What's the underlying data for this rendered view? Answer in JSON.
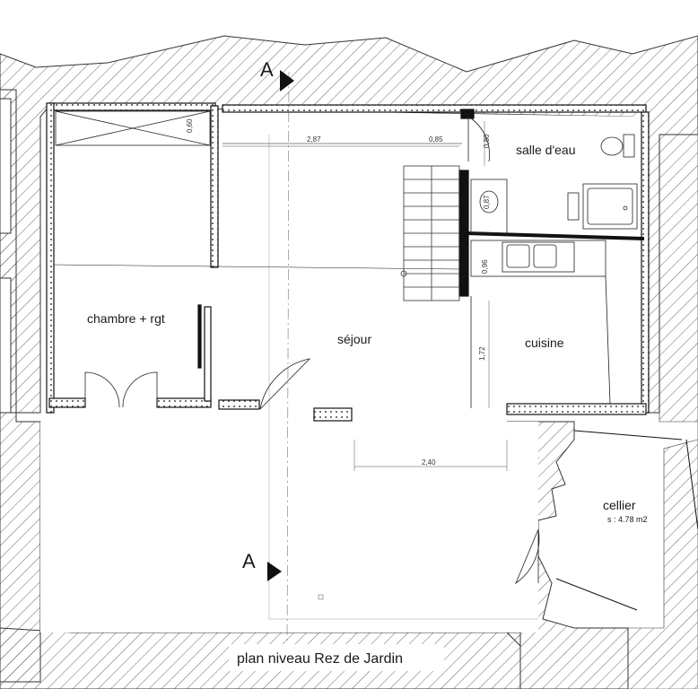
{
  "plan": {
    "title": "plan niveau Rez de Jardin",
    "rooms": {
      "chambre": "chambre + rgt",
      "sejour": "séjour",
      "cuisine": "cuisine",
      "salle_eau": "salle d'eau",
      "cellier": "cellier",
      "cellier_area": "s : 4.78 m2"
    },
    "section_markers": {
      "top": "A",
      "bottom": "A"
    },
    "dimensions": {
      "d_287": "2,87",
      "d_085_h": "0,85",
      "d_060": "0,60",
      "d_080": "0,80",
      "d_087": "0,87",
      "d_096": "0,96",
      "d_172": "1,72",
      "d_240": "2,40"
    }
  }
}
